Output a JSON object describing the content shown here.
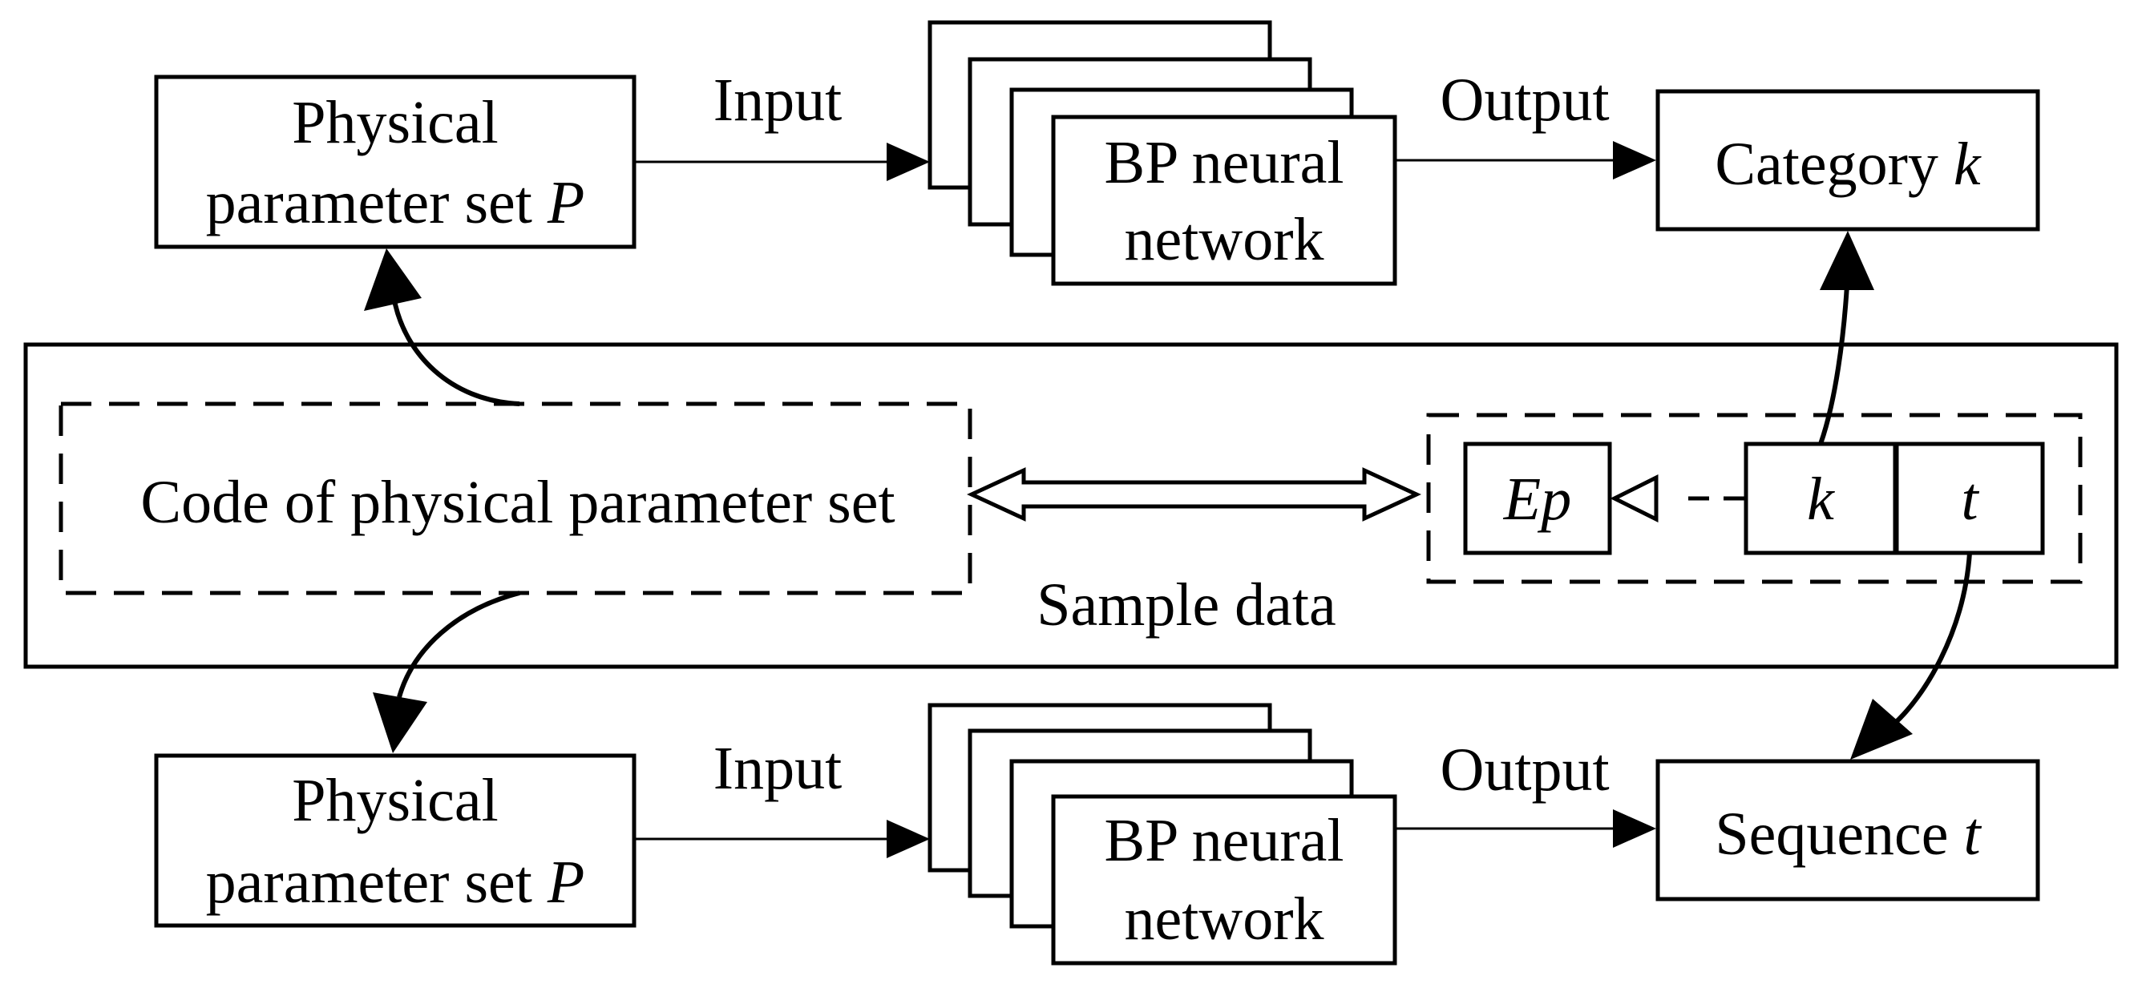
{
  "top_row": {
    "param_box": {
      "line1": "Physical",
      "line2": "parameter set ",
      "symbol": "P"
    },
    "input_label": "Input",
    "network": {
      "line1": "BP neural",
      "line2": "network"
    },
    "output_label": "Output",
    "result_box": {
      "text": "Category ",
      "symbol": "k"
    }
  },
  "middle": {
    "code_box": "Code of physical parameter set",
    "sample_label": "Sample data",
    "cells": {
      "ep": "Ep",
      "k": "k",
      "t": "t"
    }
  },
  "bottom_row": {
    "param_box": {
      "line1": "Physical",
      "line2": "parameter set ",
      "symbol": "P"
    },
    "input_label": "Input",
    "network": {
      "line1": "BP neural",
      "line2": "network"
    },
    "output_label": "Output",
    "result_box": {
      "text": "Sequence ",
      "symbol": "t"
    }
  }
}
